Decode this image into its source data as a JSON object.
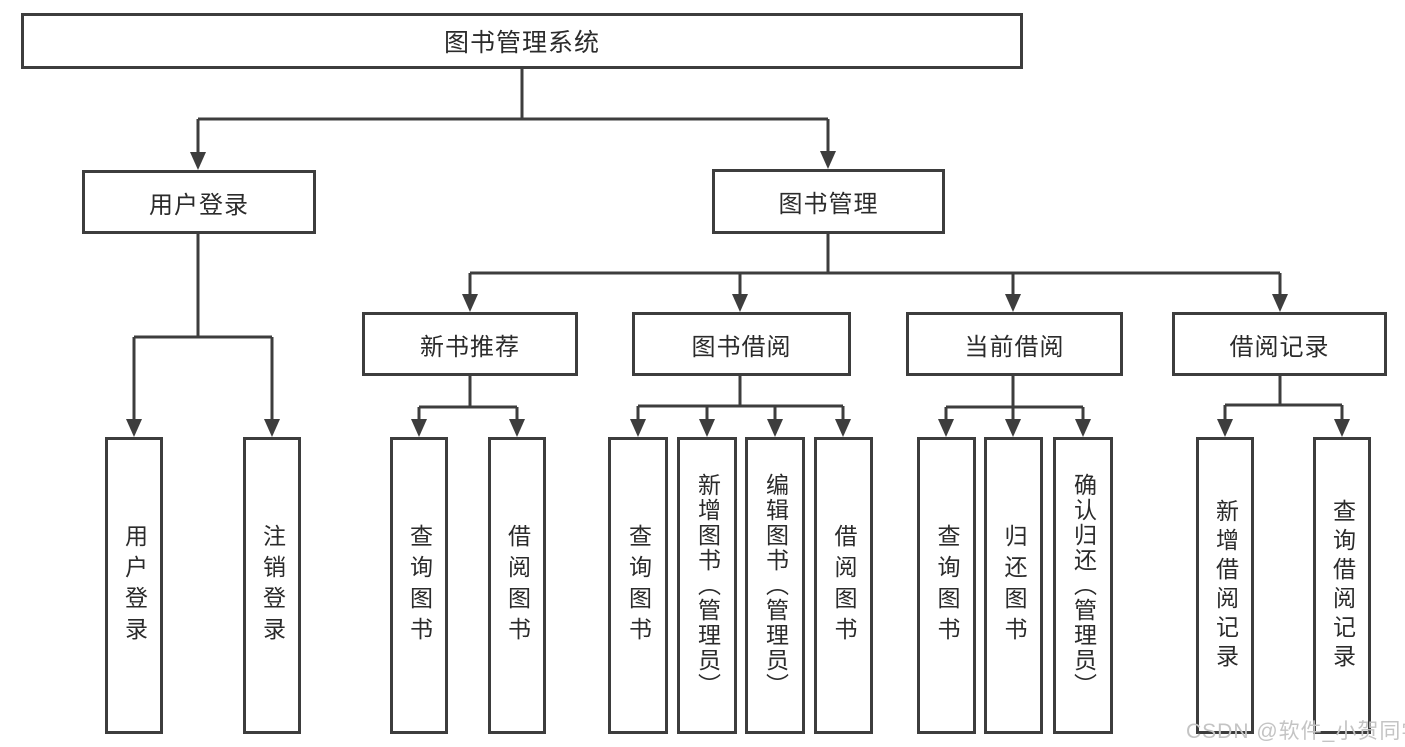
{
  "diagram": {
    "type": "hierarchy-tree",
    "orientation": "top-down"
  },
  "colors": {
    "background": "#ffffff",
    "line": "#3d3d3d",
    "box_border": "#3d3d3d",
    "text": "#2b2b2b",
    "watermark": "#c4c4c4"
  },
  "tree": {
    "label": "图书管理系统",
    "children": [
      {
        "label": "用户登录",
        "children": [
          {
            "label": "用户登录"
          },
          {
            "label": "注销登录"
          }
        ]
      },
      {
        "label": "图书管理",
        "children": [
          {
            "label": "新书推荐",
            "children": [
              {
                "label": "查询图书"
              },
              {
                "label": "借阅图书"
              }
            ]
          },
          {
            "label": "图书借阅",
            "children": [
              {
                "label": "查询图书"
              },
              {
                "label": "新增图书（管理员）"
              },
              {
                "label": "编辑图书（管理员）"
              },
              {
                "label": "借阅图书"
              }
            ]
          },
          {
            "label": "当前借阅",
            "children": [
              {
                "label": "查询图书"
              },
              {
                "label": "归还图书"
              },
              {
                "label": "确认归还（管理员）"
              }
            ]
          },
          {
            "label": "借阅记录",
            "children": [
              {
                "label": "新增借阅记录"
              },
              {
                "label": "查询借阅记录"
              }
            ]
          }
        ]
      }
    ]
  },
  "watermark": {
    "text": "CSDN @软件_小贺同学"
  }
}
